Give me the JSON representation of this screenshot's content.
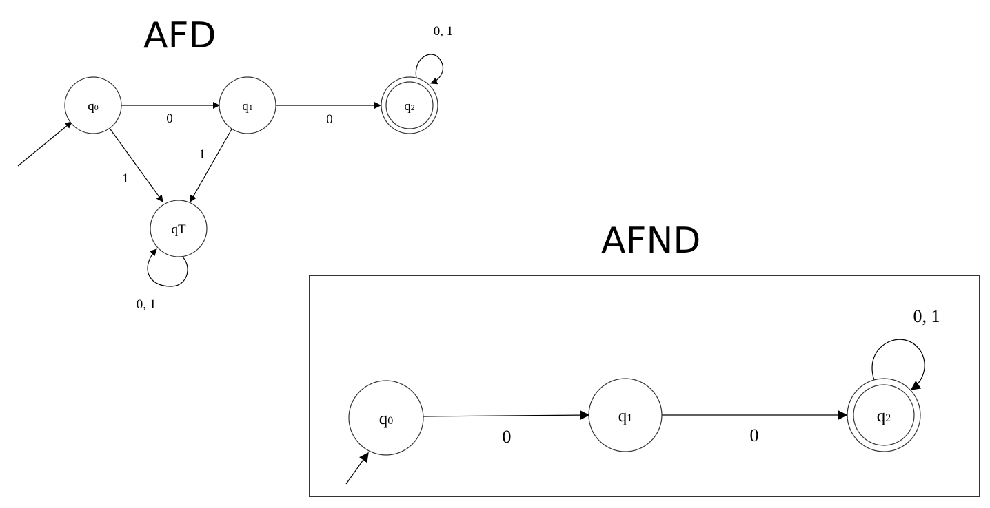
{
  "afd": {
    "title": "AFD",
    "states": {
      "q0": {
        "base": "q",
        "sub": "0"
      },
      "q1": {
        "base": "q",
        "sub": "1"
      },
      "q2": {
        "base": "q",
        "sub": "2"
      },
      "qT": {
        "base": "qT",
        "sub": ""
      }
    },
    "transitions": {
      "q0_q1": "0",
      "q1_q2": "0",
      "q0_qT": "1",
      "q1_qT": "1",
      "q2_loop": "0, 1",
      "qT_loop": "0, 1"
    },
    "accepting": [
      "q2"
    ],
    "initial": "q0"
  },
  "afnd": {
    "title": "AFND",
    "states": {
      "q0": {
        "base": "q",
        "sub": "0"
      },
      "q1": {
        "base": "q",
        "sub": "1"
      },
      "q2": {
        "base": "q",
        "sub": "2"
      }
    },
    "transitions": {
      "q0_q1": "0",
      "q1_q2": "0",
      "q2_loop": "0, 1"
    },
    "accepting": [
      "q2"
    ],
    "initial": "q0"
  }
}
